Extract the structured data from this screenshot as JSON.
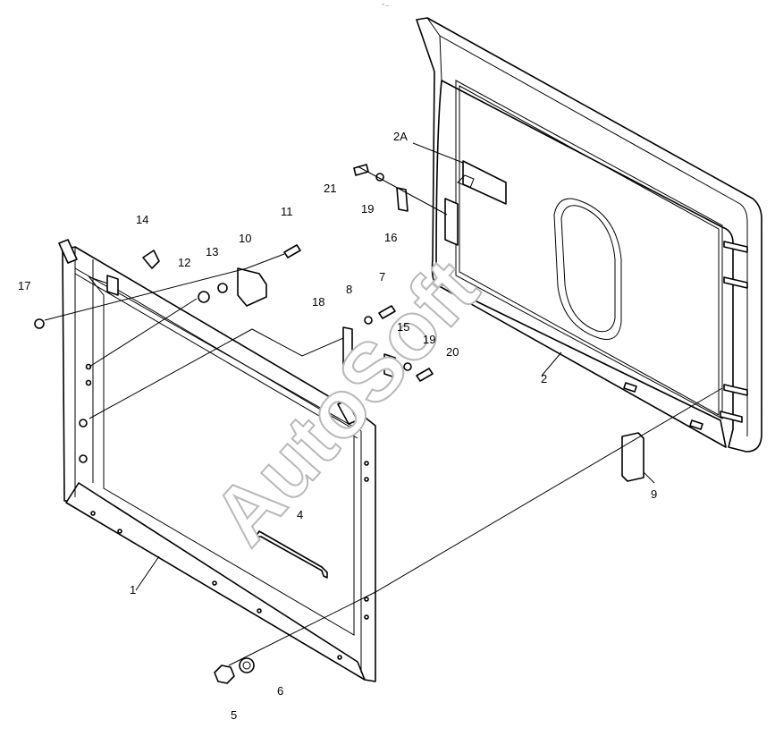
{
  "diagram": {
    "corner_mark": "°° —",
    "watermark": "AutoSoft",
    "callouts": {
      "c1": "1",
      "c2": "2",
      "c2a": "2A",
      "c4": "4",
      "c5": "5",
      "c6": "6",
      "c7": "7",
      "c8": "8",
      "c9": "9",
      "c10": "10",
      "c11": "11",
      "c12": "12",
      "c13": "13",
      "c14": "14",
      "c15": "15",
      "c16": "16",
      "c17": "17",
      "c18": "18",
      "c19a": "19",
      "c19b": "19",
      "c20": "20",
      "c21": "21"
    }
  }
}
